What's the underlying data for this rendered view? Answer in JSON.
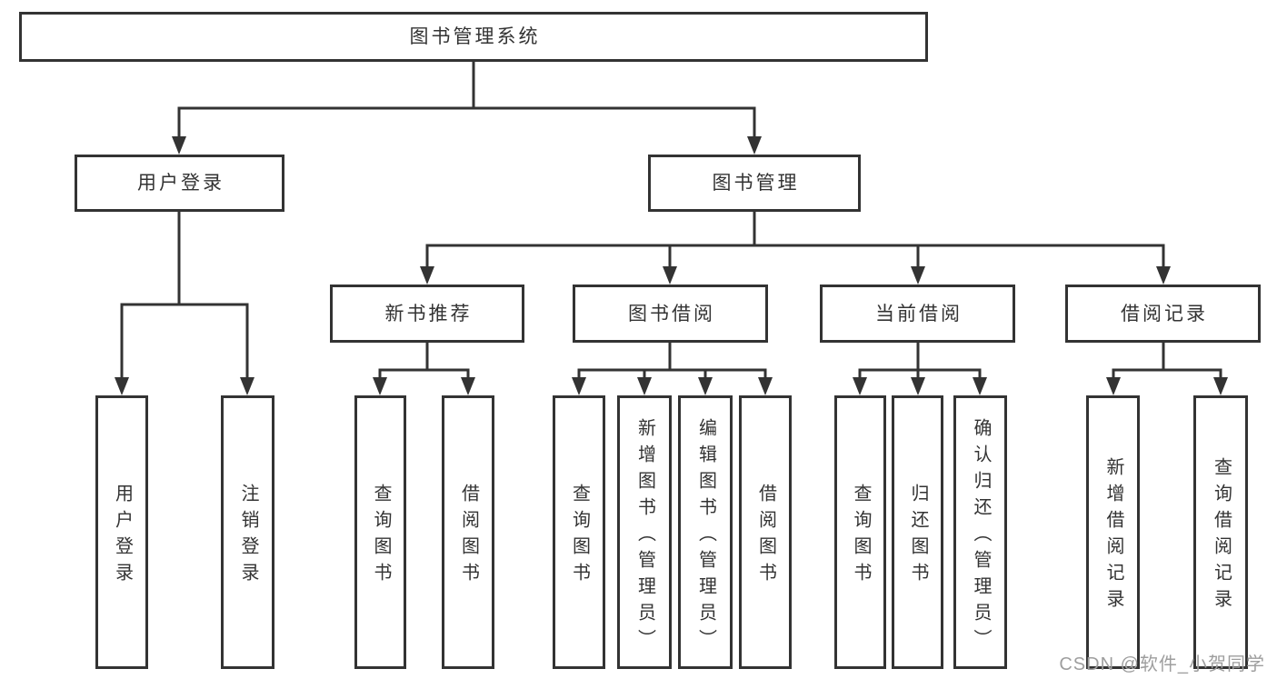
{
  "diagram_title": "图书管理系统",
  "watermark": "CSDN @软件_小贺同学",
  "colors": {
    "line": "#333333",
    "text": "#333333",
    "watermark": "#9e9e9e",
    "background": "#ffffff"
  },
  "nodes": {
    "root": {
      "label": "图书管理系统"
    },
    "level2": [
      {
        "label": "用户登录",
        "children": [
          {
            "label": "用户登录"
          },
          {
            "label": "注销登录"
          }
        ]
      },
      {
        "label": "图书管理",
        "children": [
          {
            "label": "新书推荐",
            "children": [
              {
                "label": "查询图书"
              },
              {
                "label": "借阅图书"
              }
            ]
          },
          {
            "label": "图书借阅",
            "children": [
              {
                "label": "查询图书"
              },
              {
                "label": "新增图书（管理员）"
              },
              {
                "label": "编辑图书（管理员）"
              },
              {
                "label": "借阅图书"
              }
            ]
          },
          {
            "label": "当前借阅",
            "children": [
              {
                "label": "查询图书"
              },
              {
                "label": "归还图书"
              },
              {
                "label": "确认归还（管理员）"
              }
            ]
          },
          {
            "label": "借阅记录",
            "children": [
              {
                "label": "新增借阅记录"
              },
              {
                "label": "查询借阅记录"
              }
            ]
          }
        ]
      }
    ]
  }
}
